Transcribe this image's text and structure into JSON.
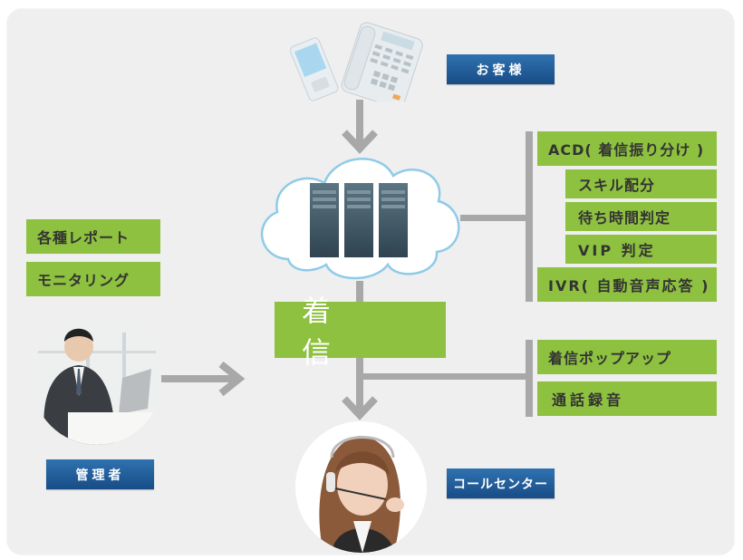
{
  "diagram": {
    "title_center": "着 信",
    "customer_label": "お客様",
    "admin_label": "管理者",
    "callcenter_label": "コールセンター",
    "left_features": [
      "各種レポート",
      "モニタリング"
    ],
    "upper_features": {
      "acd": "ACD( 着信振り分け )",
      "acd_sub": [
        "スキル配分",
        "待ち時間判定",
        "VIP 判定"
      ],
      "ivr": "IVR( 自動音声応答 )"
    },
    "lower_features": [
      "着信ポップアップ",
      "通話録音"
    ],
    "colors": {
      "green": "#8dc13f",
      "blue": "#1f5c9a",
      "line": "#a8a8a8",
      "panel": "#efefef",
      "cloud_border": "#8fcbe8"
    }
  }
}
